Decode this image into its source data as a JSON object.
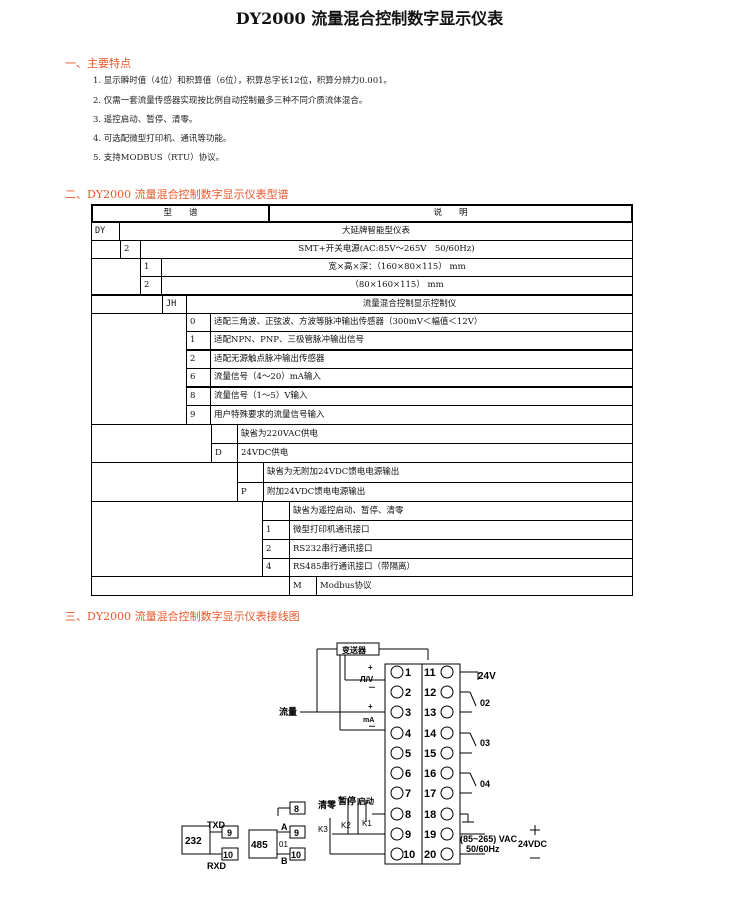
{
  "title": "DY2000 流量混合控制数字显示仪表",
  "section1": {
    "heading": "一、主要特点",
    "items": [
      "1. 显示瞬时值（4位）和积算值（6位），积算总字长12位，积算分辨力0.001。",
      "2. 仅需一套流量传感器实现按比例自动控制最多三种不同介质流体混合。",
      "3. 遥控启动、暂停、清零。",
      "4. 可选配微型打印机、通讯等功能。",
      "5. 支持MODBUS（RTU）协议。"
    ]
  },
  "section2": {
    "heading": "二、DY2000 流量混合控制数字显示仪表型谱",
    "header_model": "型　　谱",
    "header_desc": "说　　明",
    "rows": [
      {
        "code": "DY",
        "desc": "大延牌智能型仪表"
      },
      {
        "code": "2",
        "desc": "SMT+开关电源(AC:85V～265V　50/60Hz)"
      },
      {
        "code": "1",
        "desc": "宽×高×深：（160×80×115） mm"
      },
      {
        "code": "2",
        "desc": "（80×160×115） mm"
      },
      {
        "code": "JH",
        "desc": "流量混合控制显示控制仪"
      },
      {
        "code": "0",
        "desc": "适配三角波、正弦波、方波等脉冲输出传感器（300mV＜幅值＜12V）"
      },
      {
        "code": "1",
        "desc": "适配NPN、PNP、三极管脉冲输出信号"
      },
      {
        "code": "2",
        "desc": "适配无源触点脉冲输出传感器"
      },
      {
        "code": "6",
        "desc": "流量信号（4～20）mA输入"
      },
      {
        "code": "8",
        "desc": "流量信号（1～5）V输入"
      },
      {
        "code": "9",
        "desc": "用户特殊要求的流量信号输入"
      },
      {
        "code": "",
        "desc": "缺省为220VAC供电"
      },
      {
        "code": "D",
        "desc": "24VDC供电"
      },
      {
        "code": "",
        "desc": "缺省为无附加24VDC馈电电源输出"
      },
      {
        "code": "P",
        "desc": "附加24VDC馈电电源输出"
      },
      {
        "code": "",
        "desc": "缺省为遥控启动、暂停、清零"
      },
      {
        "code": "1",
        "desc": "微型打印机通讯接口"
      },
      {
        "code": "2",
        "desc": "RS232串行通讯接口"
      },
      {
        "code": "4",
        "desc": "RS485串行通讯接口（带隔离）"
      },
      {
        "code": "M",
        "desc": "Modbus协议"
      }
    ]
  },
  "section3": {
    "heading": "三、DY2000 流量混合控制数字显示仪表接线图",
    "transmitter": "变送器",
    "flow_label": "流量",
    "pulse_label": "Л/V",
    "ma_label": "mA",
    "plus": "+",
    "minus": "－",
    "terminals_left": [
      "1",
      "2",
      "3",
      "4",
      "5",
      "6",
      "7",
      "8",
      "9",
      "10"
    ],
    "terminals_right": [
      "11",
      "12",
      "13",
      "14",
      "15",
      "16",
      "17",
      "18",
      "19",
      "20"
    ],
    "out_24v": "24V",
    "relay_02": "02",
    "relay_03": "03",
    "relay_04": "04",
    "clear_label": "清零",
    "pause_label": "暂停",
    "start_label": "启动",
    "k3": "K3",
    "k2": "K2",
    "k1": "K1",
    "vac_label": "(85~265) VAC",
    "hz_label": "50/60Hz",
    "vdc_label": "24VDC",
    "rs232": "232",
    "txd": "TXD",
    "rxd": "RXD",
    "rs485": "485",
    "a": "A",
    "b": "B",
    "addr": "01",
    "n8": "8",
    "n9": "9",
    "n10": "10"
  }
}
